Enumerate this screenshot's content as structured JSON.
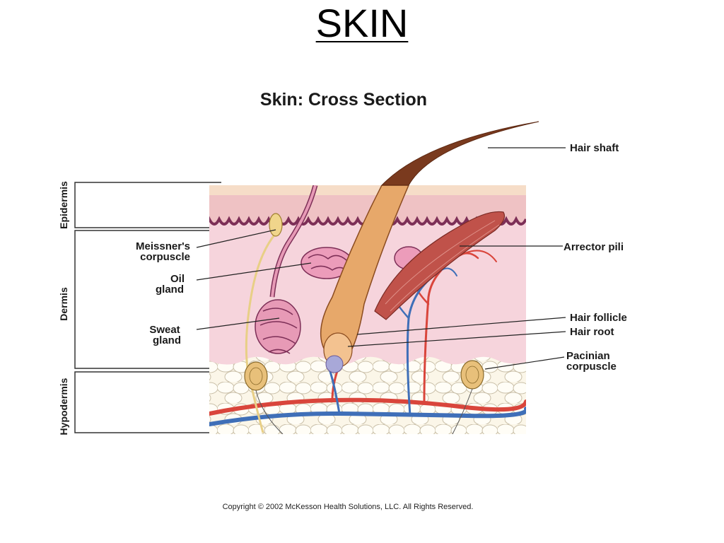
{
  "slide": {
    "title": "SKIN"
  },
  "diagram": {
    "title": "Skin: Cross Section",
    "layers": [
      "Epidermis",
      "Dermis",
      "Hypodermis"
    ],
    "labels": {
      "hair_shaft": "Hair shaft",
      "arrector_pili": "Arrector pili",
      "hair_follicle": "Hair follicle",
      "hair_root": "Hair root",
      "pacinian_line1": "Pacinian",
      "pacinian_line2": "corpuscle",
      "meissner_line1": "Meissner's",
      "meissner_line2": "corpuscle",
      "oil_line1": "Oil",
      "oil_line2": "gland",
      "sweat_line1": "Sweat",
      "sweat_line2": "gland"
    },
    "copyright": "Copyright © 2002 McKesson Health Solutions, LLC. All Rights Reserved.",
    "colors": {
      "epidermis": "#f0c7b8",
      "dermis": "#f6d4dc",
      "hypodermis": "#fbf5e6",
      "artery": "#d9453b",
      "vein": "#3f6fb8",
      "hair": "#7a3a1e",
      "muscle": "#b5403a",
      "gland": "#e79ab6"
    }
  }
}
